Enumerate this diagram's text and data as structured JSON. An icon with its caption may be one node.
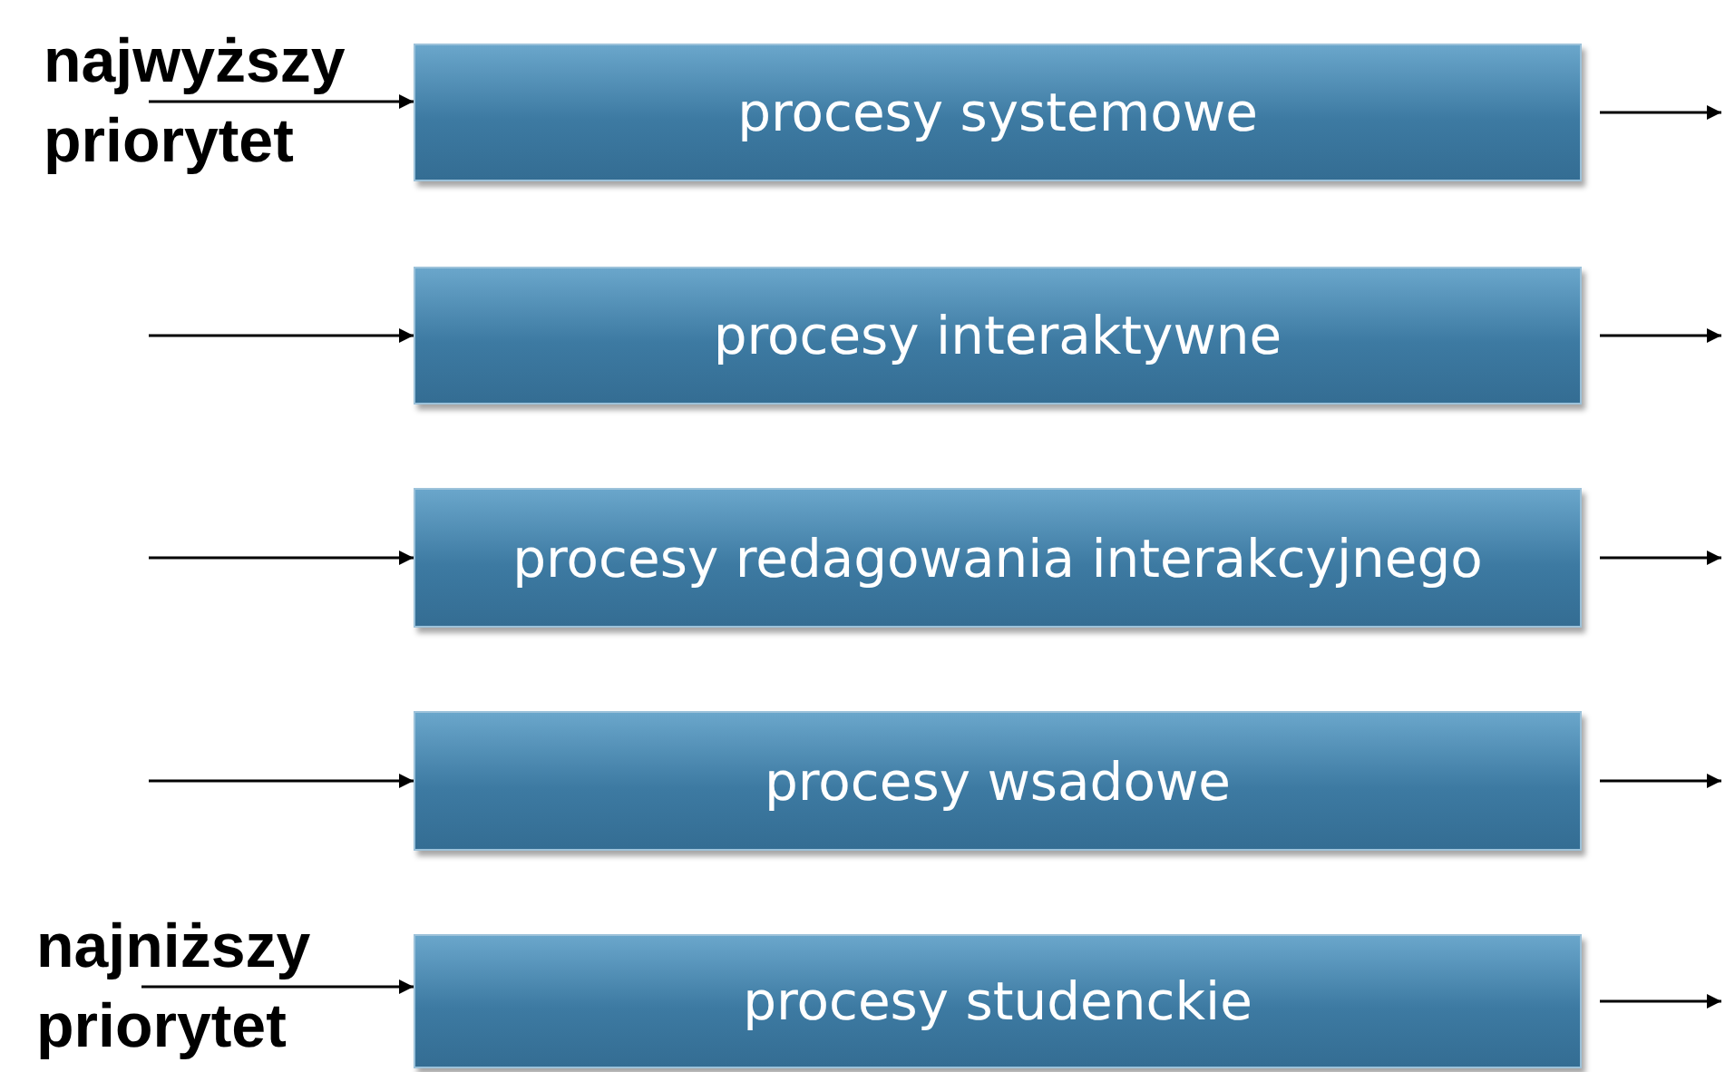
{
  "diagram": {
    "nodes": [
      {
        "text": [
          "procesy systemowe"
        ]
      },
      {
        "text": [
          "procesy interaktywne"
        ]
      },
      {
        "text": [
          "procesy redagowania interakcyjnego"
        ]
      },
      {
        "text": [
          "procesy wsadowe"
        ]
      },
      {
        "text": [
          "procesy studenckie"
        ]
      },
      {
        "text": [
          "najwyższy priorytet"
        ]
      },
      {
        "text": [
          "najniższy priorytet"
        ]
      }
    ],
    "edges": [
      {
        "from": 5,
        "to": 0,
        "arrow": "to"
      },
      {
        "from": 0,
        "to": null,
        "arrow": "to"
      },
      {
        "from": null,
        "to": 1,
        "arrow": "to"
      },
      {
        "from": 1,
        "to": null,
        "arrow": "to"
      },
      {
        "from": null,
        "to": 2,
        "arrow": "to"
      },
      {
        "from": 2,
        "to": null,
        "arrow": "to"
      },
      {
        "from": null,
        "to": 3,
        "arrow": "to"
      },
      {
        "from": 3,
        "to": null,
        "arrow": "to"
      },
      {
        "from": 6,
        "to": 4,
        "arrow": "to"
      },
      {
        "from": 4,
        "to": null,
        "arrow": "to"
      }
    ]
  }
}
